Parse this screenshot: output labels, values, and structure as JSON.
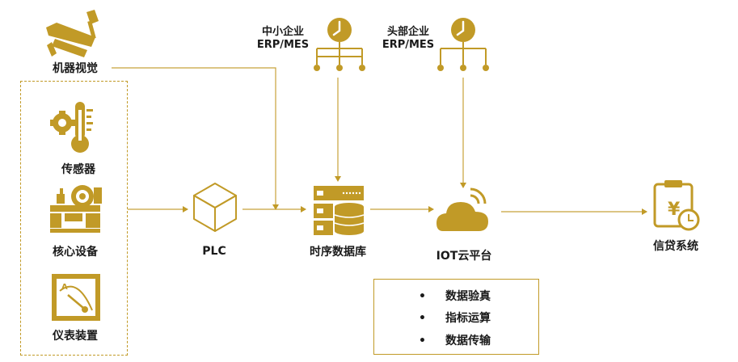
{
  "colors": {
    "gold": "#C19A27",
    "line": "#C8A23A",
    "text": "#1a1a1a"
  },
  "nodes": {
    "machine_vision": "机器视觉",
    "sensor": "传感器",
    "core_equipment": "核心设备",
    "instrument": "仪表装置",
    "plc": "PLC",
    "tsdb": "时序数据库",
    "iot_cloud": "IOT云平台",
    "credit_system": "信贷系统"
  },
  "erp_sources": {
    "sme": {
      "line1": "中小企业",
      "line2": "ERP/MES"
    },
    "leading": {
      "line1": "头部企业",
      "line2": "ERP/MES"
    }
  },
  "functions": {
    "bullet": "•",
    "items": [
      "数据验真",
      "指标运算",
      "数据传输"
    ]
  },
  "icons": {
    "camera": "security-camera-icon",
    "thermometer": "thermometer-gear-icon",
    "machine": "machine-equipment-icon",
    "gauge": "gauge-meter-icon",
    "plc": "cube-icon",
    "database": "server-database-icon",
    "cloud": "cloud-wifi-icon",
    "credit": "clipboard-yen-clock-icon",
    "clock": "clock-network-icon"
  }
}
